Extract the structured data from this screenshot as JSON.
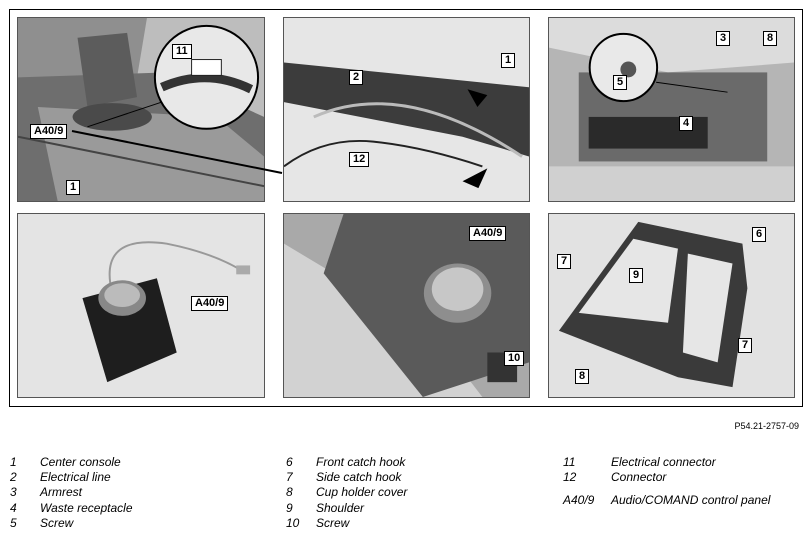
{
  "figure_ref": "P54.21-2757-09",
  "callouts": {
    "p1": [
      "11",
      "A40/9",
      "1"
    ],
    "p2": [
      "1",
      "2",
      "12"
    ],
    "p3": [
      "3",
      "8",
      "5",
      "4"
    ],
    "p4": [
      "A40/9"
    ],
    "p5": [
      "A40/9",
      "10"
    ],
    "p6": [
      "6",
      "7",
      "9",
      "7",
      "8"
    ]
  },
  "legend": [
    [
      {
        "num": "1",
        "text": "Center console"
      },
      {
        "num": "2",
        "text": "Electrical line"
      },
      {
        "num": "3",
        "text": "Armrest"
      },
      {
        "num": "4",
        "text": "Waste receptacle"
      },
      {
        "num": "5",
        "text": "Screw"
      }
    ],
    [
      {
        "num": "6",
        "text": "Front catch hook"
      },
      {
        "num": "7",
        "text": "Side catch hook"
      },
      {
        "num": "8",
        "text": "Cup holder cover"
      },
      {
        "num": "9",
        "text": "Shoulder"
      },
      {
        "num": "10",
        "text": "Screw"
      }
    ],
    [
      {
        "num": "11",
        "text": "Electrical connector"
      },
      {
        "num": "12",
        "text": "Connector"
      },
      {
        "num": "A40/9",
        "text": "Audio/COMAND control panel"
      }
    ]
  ]
}
